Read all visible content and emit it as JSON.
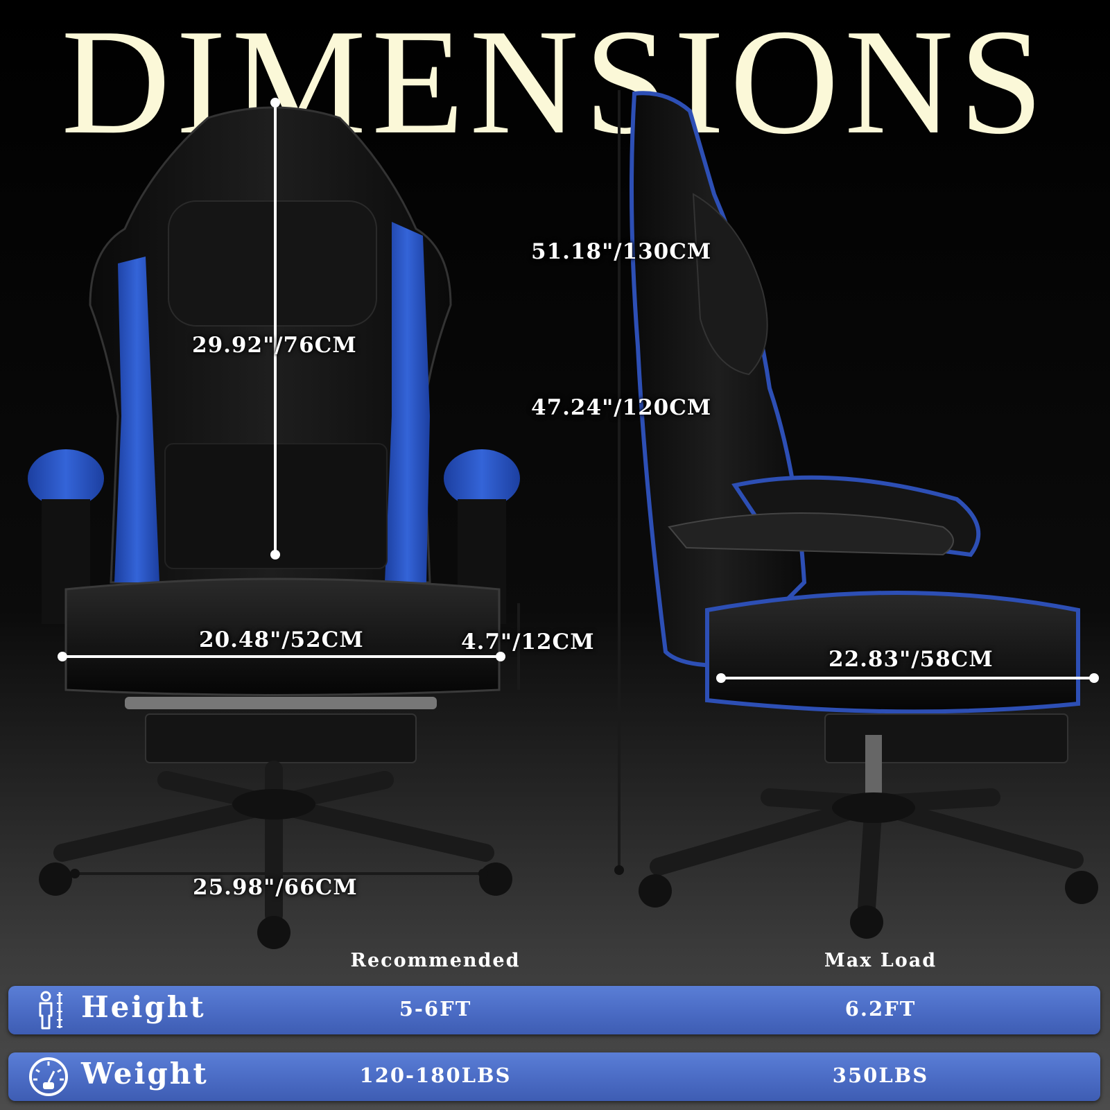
{
  "title": "DIMENSIONS",
  "dimensions": {
    "back_height": "29.92\"/76CM",
    "total_height_max": "51.18\"/130CM",
    "total_height_min": "47.24\"/120CM",
    "seat_width": "20.48\"/52CM",
    "seat_thickness": "4.7\"/12CM",
    "seat_depth": "22.83\"/58CM",
    "base_width": "25.98\"/66CM"
  },
  "specs": {
    "columns": [
      "Recommended",
      "Max Load"
    ],
    "rows": [
      {
        "label": "Height",
        "icon": "person-height-icon",
        "recommended": "5-6FT",
        "max": "6.2FT"
      },
      {
        "label": "Weight",
        "icon": "scale-gauge-icon",
        "recommended": "120-180LBS",
        "max": "350LBS"
      }
    ]
  },
  "colors": {
    "title": "#fbf8d8",
    "accent_blue": "#2f5fd0",
    "bar_blue": "#4a6bc4",
    "orange_glow": "#ff8a1e"
  }
}
